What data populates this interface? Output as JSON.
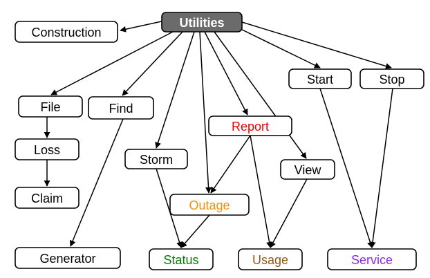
{
  "diagram": {
    "type": "directed-graph",
    "nodes": [
      {
        "id": "utilities",
        "label": "Utilities",
        "color": "#ffffff",
        "fill": "#6b6b6b"
      },
      {
        "id": "construction",
        "label": "Construction",
        "color": "#000000"
      },
      {
        "id": "file",
        "label": "File",
        "color": "#000000"
      },
      {
        "id": "find",
        "label": "Find",
        "color": "#000000"
      },
      {
        "id": "loss",
        "label": "Loss",
        "color": "#000000"
      },
      {
        "id": "claim",
        "label": "Claim",
        "color": "#000000"
      },
      {
        "id": "generator",
        "label": "Generator",
        "color": "#000000"
      },
      {
        "id": "storm",
        "label": "Storm",
        "color": "#000000"
      },
      {
        "id": "report",
        "label": "Report",
        "color": "#ee0000"
      },
      {
        "id": "outage",
        "label": "Outage",
        "color": "#f39200"
      },
      {
        "id": "status",
        "label": "Status",
        "color": "#008000"
      },
      {
        "id": "view",
        "label": "View",
        "color": "#000000"
      },
      {
        "id": "usage",
        "label": "Usage",
        "color": "#8b5a14"
      },
      {
        "id": "start",
        "label": "Start",
        "color": "#000000"
      },
      {
        "id": "stop",
        "label": "Stop",
        "color": "#000000"
      },
      {
        "id": "service",
        "label": "Service",
        "color": "#8a2be2"
      }
    ],
    "edges": [
      {
        "from": "utilities",
        "to": "construction"
      },
      {
        "from": "utilities",
        "to": "file"
      },
      {
        "from": "utilities",
        "to": "find"
      },
      {
        "from": "utilities",
        "to": "storm"
      },
      {
        "from": "utilities",
        "to": "outage"
      },
      {
        "from": "utilities",
        "to": "report"
      },
      {
        "from": "utilities",
        "to": "view"
      },
      {
        "from": "utilities",
        "to": "start"
      },
      {
        "from": "utilities",
        "to": "stop"
      },
      {
        "from": "file",
        "to": "loss"
      },
      {
        "from": "loss",
        "to": "claim"
      },
      {
        "from": "find",
        "to": "generator"
      },
      {
        "from": "storm",
        "to": "status"
      },
      {
        "from": "outage",
        "to": "status"
      },
      {
        "from": "report",
        "to": "outage"
      },
      {
        "from": "report",
        "to": "usage"
      },
      {
        "from": "view",
        "to": "usage"
      },
      {
        "from": "start",
        "to": "service"
      },
      {
        "from": "stop",
        "to": "service"
      }
    ]
  }
}
